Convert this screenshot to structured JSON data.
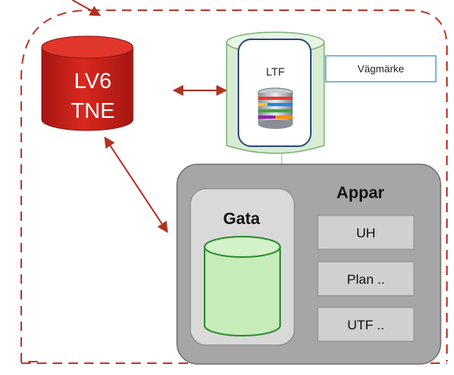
{
  "lv6": {
    "line1": "LV6",
    "line2": "TNE"
  },
  "ltf": {
    "label": "LTF",
    "tag": "Vägmärke"
  },
  "gata": {
    "label": "Gata"
  },
  "appar": {
    "title": "Appar",
    "items": [
      "UH",
      "Plan ..",
      "UTF .."
    ]
  },
  "colors": {
    "boundary": "#c0392b",
    "lv6_fill": "#c9211e",
    "arrow": "#b1321f",
    "ltf_bucket": "#d8ecd3",
    "gata_cylinder": "#c6ecba",
    "gata_cylinder_stroke": "#2c8a2f",
    "vagmarke_border": "#5b9bd5",
    "appar_panel": "#a6a6a6",
    "appar_item": "#d0d0d0"
  }
}
